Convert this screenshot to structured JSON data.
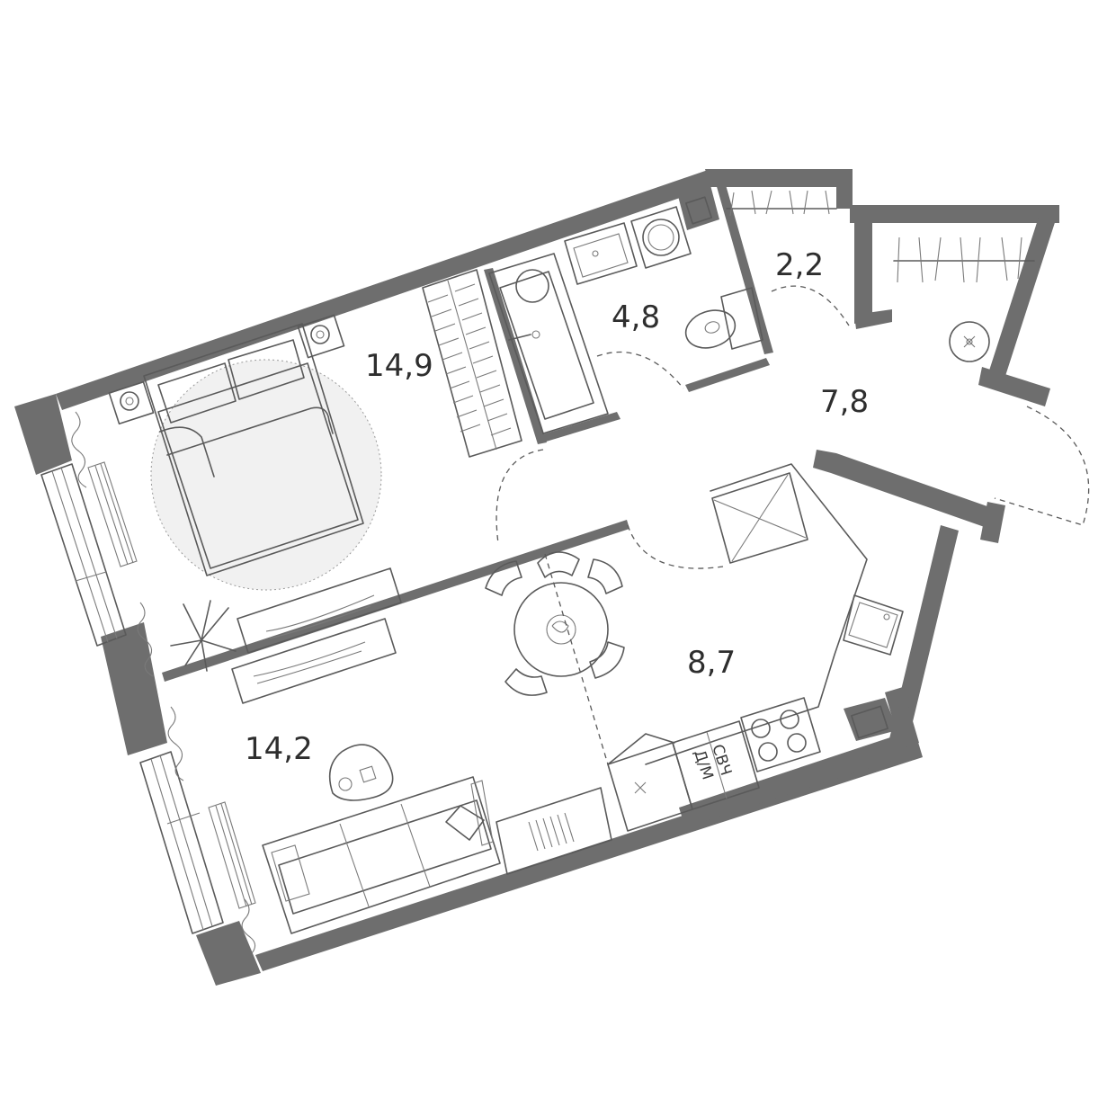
{
  "rooms": [
    {
      "id": "bedroom",
      "area": "14,9"
    },
    {
      "id": "bathroom",
      "area": "4,8"
    },
    {
      "id": "wardrobe",
      "area": "2,2"
    },
    {
      "id": "hallway",
      "area": "7,8"
    },
    {
      "id": "kitchen",
      "area": "8,7"
    },
    {
      "id": "living-room",
      "area": "14,2"
    }
  ],
  "appliances": {
    "dishwasher_label": "Д/М",
    "microwave_label": "СВЧ"
  },
  "colors": {
    "wall": "#6e6e6e",
    "line": "#5a5a5a",
    "rug": "#f1f1f1"
  }
}
